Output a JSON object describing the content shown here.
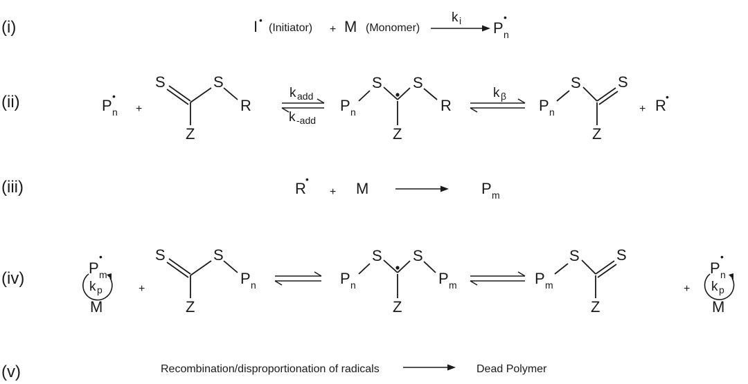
{
  "labels": {
    "i": "(i)",
    "ii": "(ii)",
    "iii": "(iii)",
    "iv": "(iv)",
    "v": "(v)"
  },
  "symbols": {
    "I": "I",
    "M": "M",
    "P": "P",
    "R": "R",
    "S": "S",
    "Z": "Z",
    "k": "k",
    "radical_dot": "•",
    "plus": "+",
    "n": "n",
    "m": "m",
    "i": "i",
    "add": "add",
    "minus_add": "-add",
    "beta": "β",
    "p": "p"
  },
  "step_i": {
    "initiator_note": "(Initiator)",
    "monomer_note": "(Monomer)"
  },
  "step_v": {
    "text": "Recombination/disproportionation of radicals",
    "product": "Dead Polymer"
  }
}
